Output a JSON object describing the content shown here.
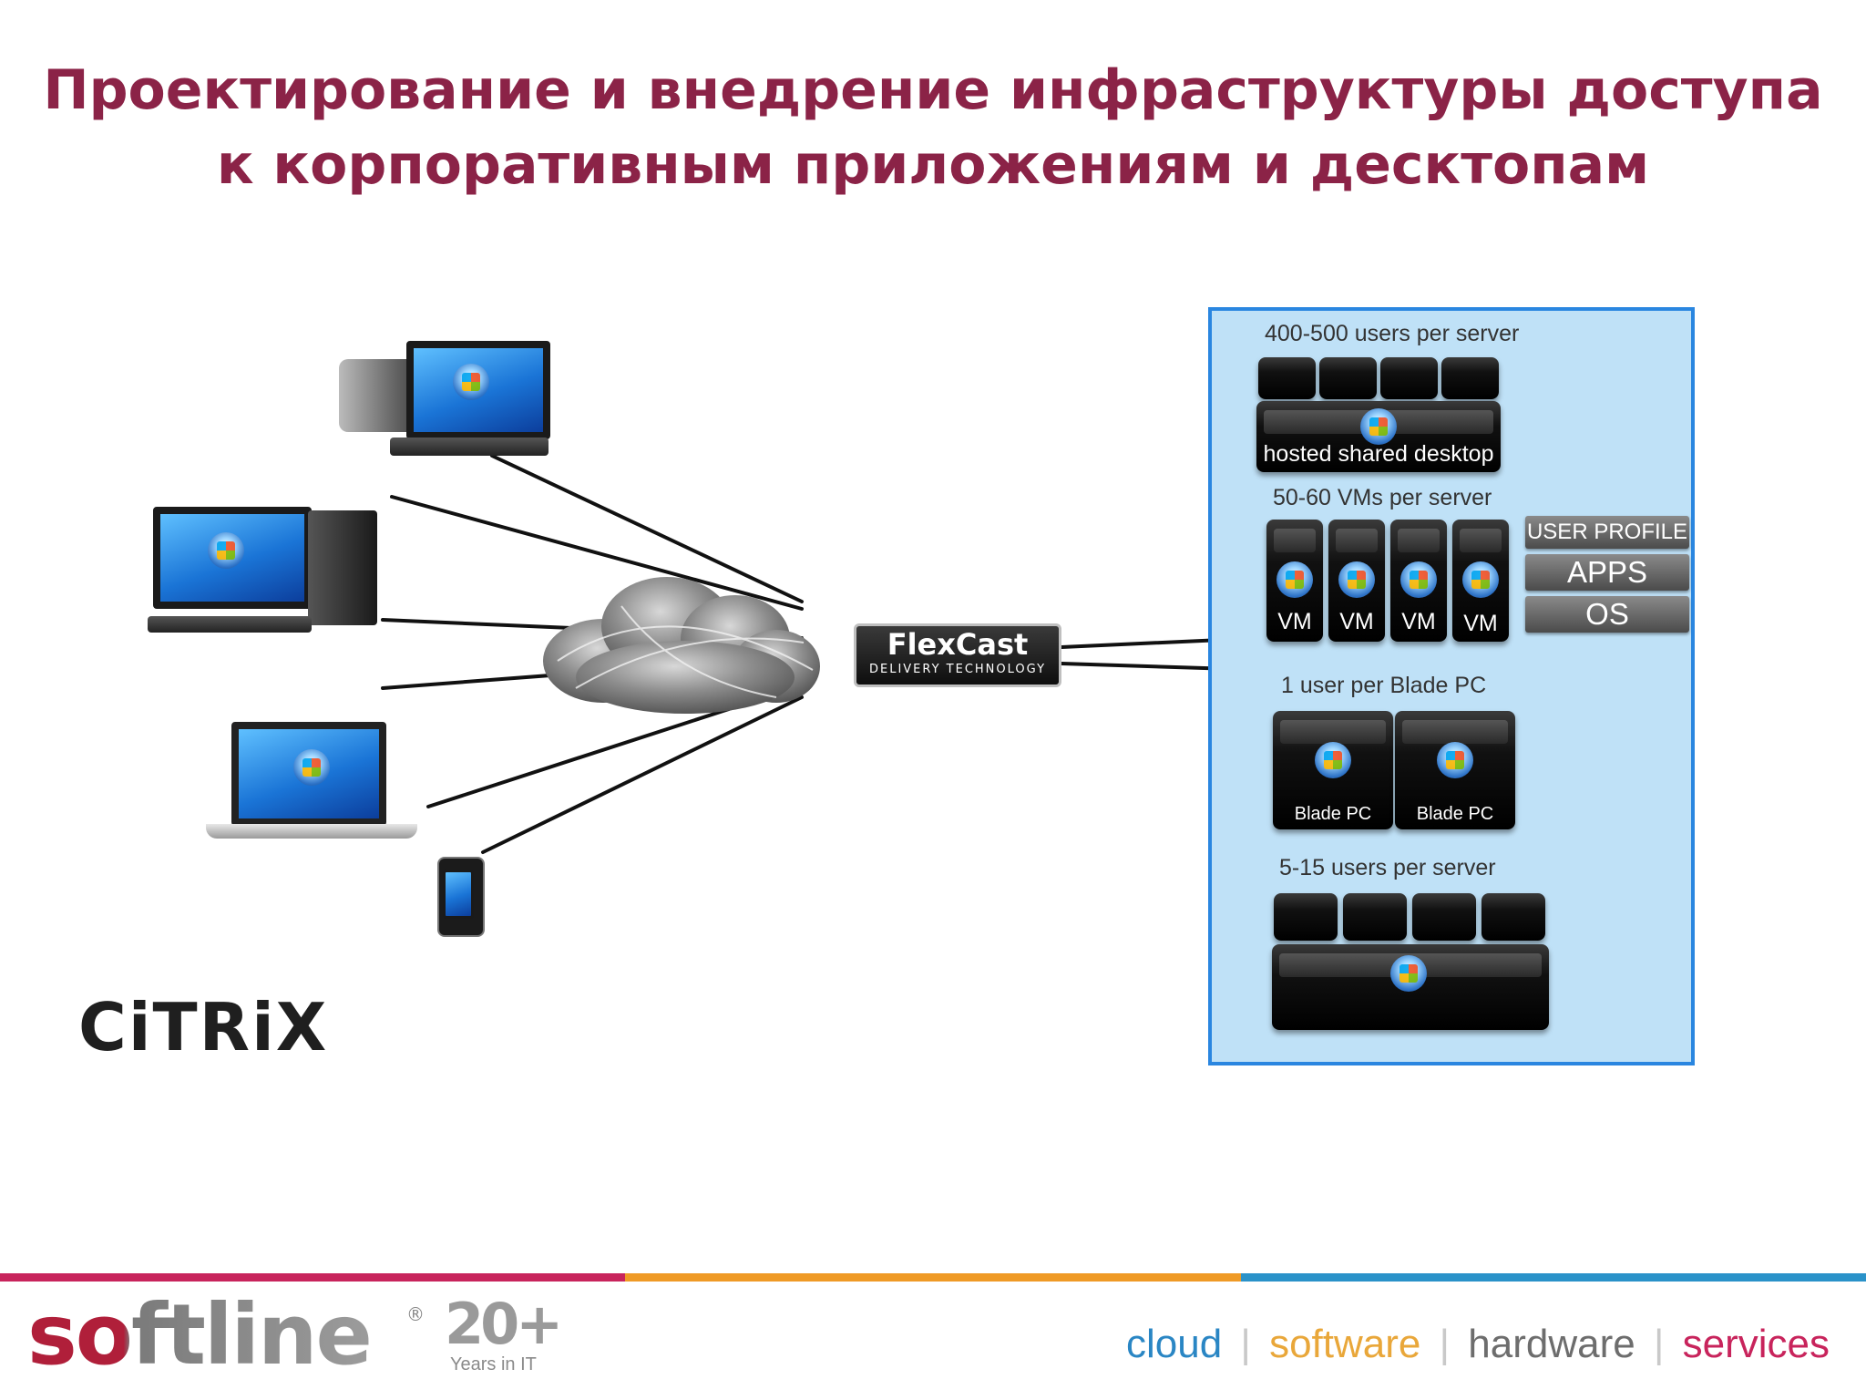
{
  "title": {
    "line1": "Проектирование и внедрение инфраструктуры доступа",
    "line2": "к корпоративным приложениям и десктопам"
  },
  "flexcast": {
    "name": "FlexCast",
    "subtitle": "DELIVERY TECHNOLOGY"
  },
  "servers": {
    "hosted_shared": {
      "label": "400-500 users per server",
      "block_text": "hosted shared desktop"
    },
    "vms": {
      "label": "50-60 VMs per server",
      "vm_labels": [
        "VM",
        "VM",
        "VM",
        "VM"
      ]
    },
    "stack": {
      "user_profile": "USER PROFILE",
      "apps": "APPS",
      "os": "OS"
    },
    "blade": {
      "label": "1 user per Blade PC",
      "blade_labels": [
        "Blade PC",
        "Blade PC"
      ]
    },
    "vdi": {
      "label": "5-15 users per server"
    }
  },
  "logos": {
    "citrix": "CiTRiX",
    "softline": "softline",
    "years_number": "20+",
    "years_text": "Years in IT"
  },
  "tagline": {
    "cloud": "cloud",
    "software": "software",
    "hardware": "hardware",
    "services": "services",
    "separator": "|"
  },
  "colors": {
    "title": "#8b2347",
    "panel_border": "#2a86e0",
    "panel_fill": "#bfe1f7",
    "bar_pink": "#c8245c",
    "bar_orange": "#ef9a26",
    "bar_blue": "#2a92c9"
  },
  "icons": [
    "windows-orb-icon",
    "cloud-icon",
    "desktop-pc-icon",
    "laptop-icon",
    "phone-icon"
  ]
}
